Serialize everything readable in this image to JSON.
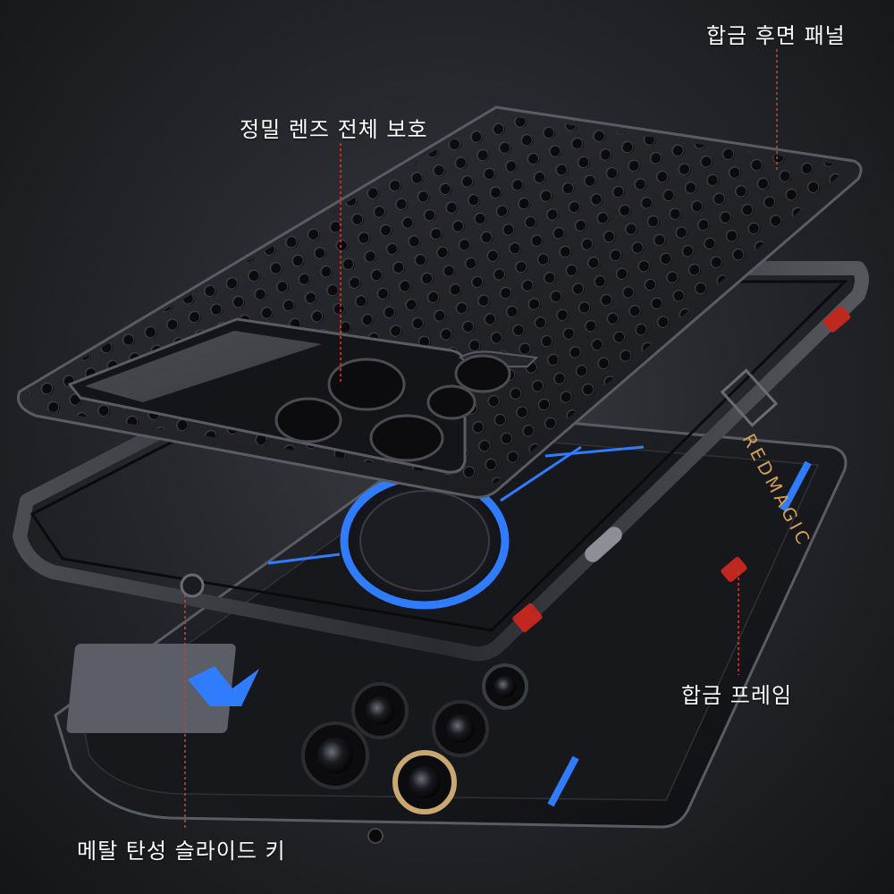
{
  "callouts": {
    "alloy_back_panel": "합금 후면 패널",
    "precision_lens_protection": "정밀 렌즈 전체 보호",
    "alloy_frame": "합금 프레임",
    "metal_elastic_slide_key": "메탈 탄성 슬라이드 키"
  },
  "phone": {
    "brand_text": "REDMAGIC"
  },
  "colors": {
    "background": "#26282d",
    "case_metal": "#1b1c20",
    "accent_red": "#c0271e",
    "accent_blue": "#2f7cff",
    "leader_line": "#d23b2c",
    "label_text": "#ffffff"
  }
}
